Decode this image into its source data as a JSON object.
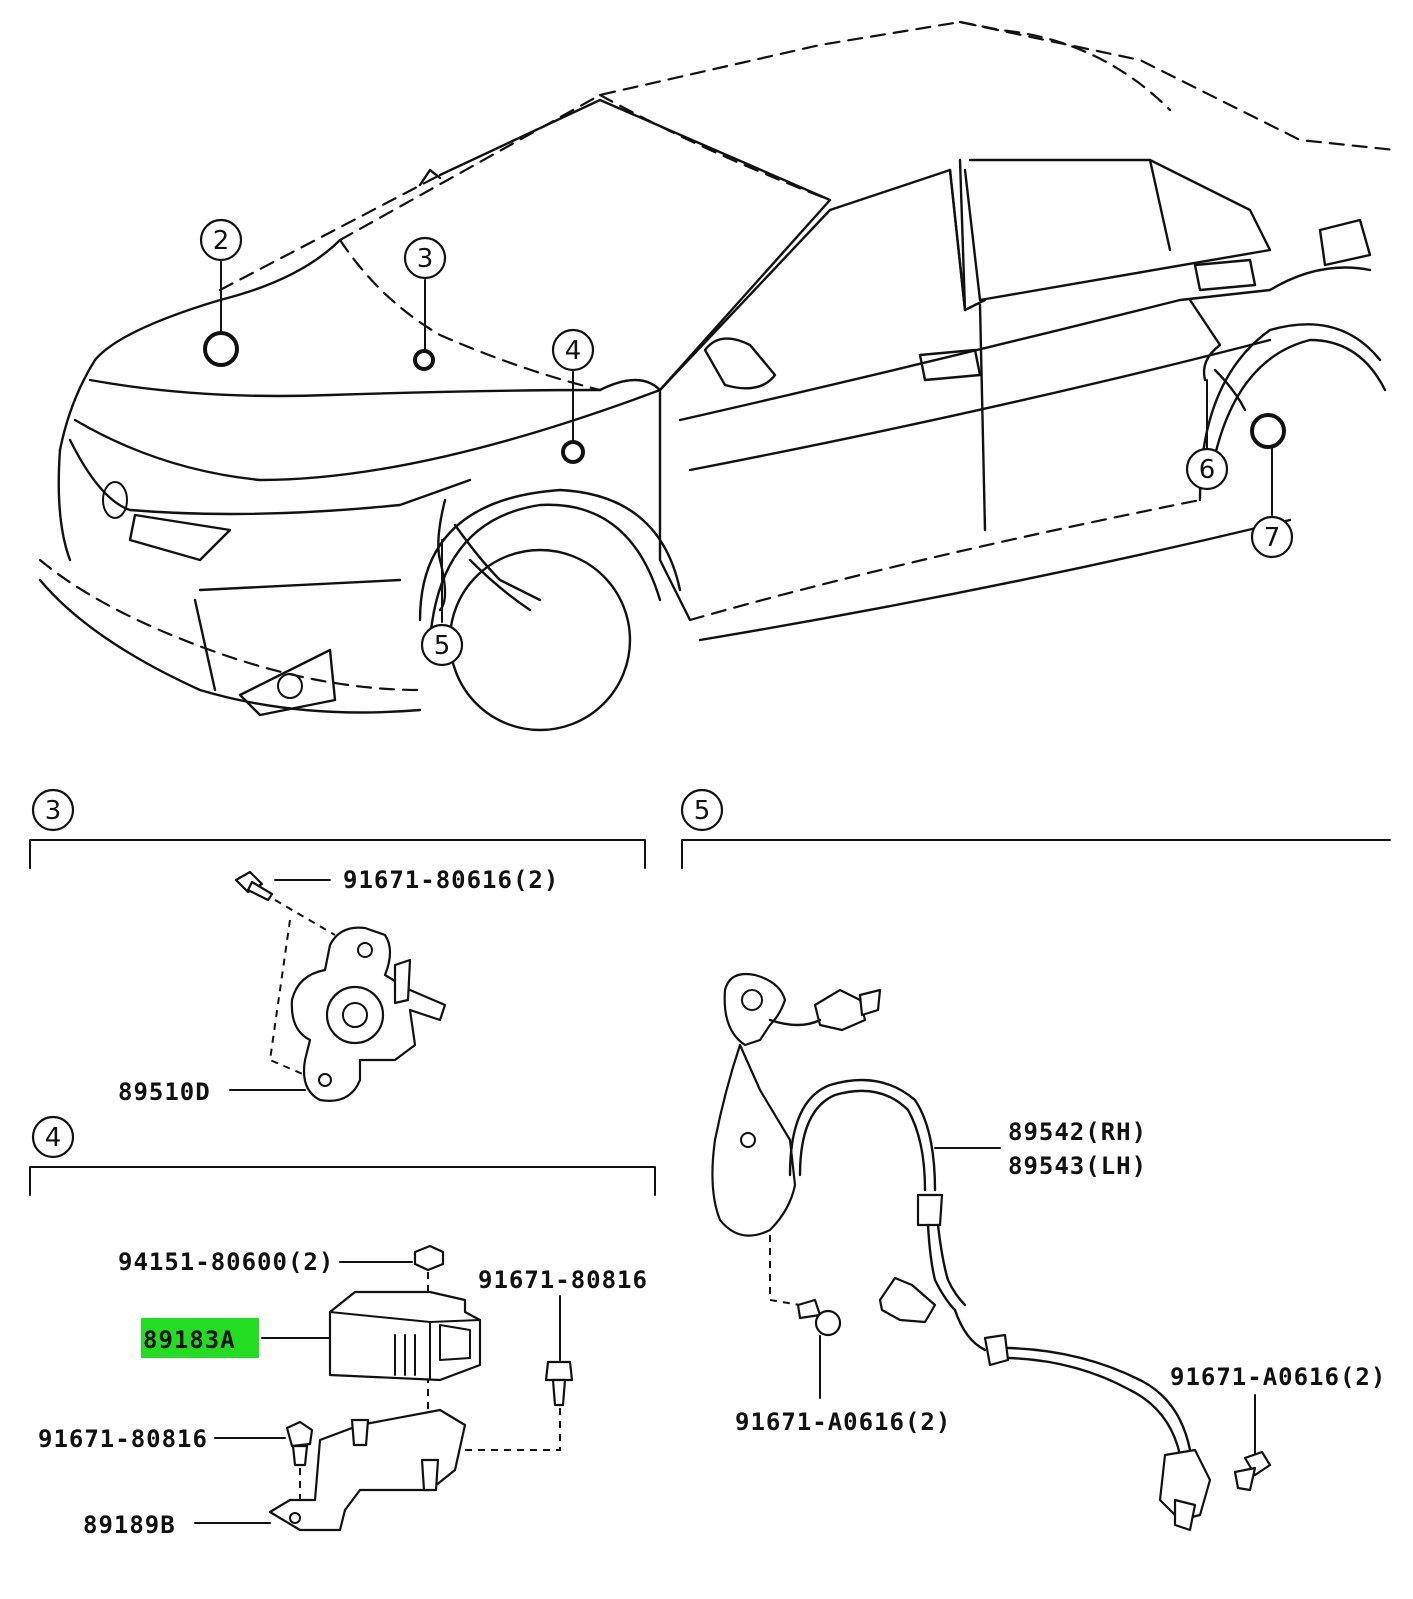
{
  "colors": {
    "line": "#111111",
    "background": "#ffffff",
    "highlight": "#22dd22"
  },
  "callouts": {
    "c2": "2",
    "c3": "3",
    "c4": "4",
    "c5": "5",
    "c6": "6",
    "c7": "7"
  },
  "sections": {
    "s3": {
      "num": "3"
    },
    "s4": {
      "num": "4"
    },
    "s5": {
      "num": "5"
    }
  },
  "parts": {
    "p91671_80616": "91671-80616(2)",
    "p89510D": "89510D",
    "p94151_80600": "94151-80600(2)",
    "p91671_80816_a": "91671-80816",
    "p89183A": "89183A",
    "p91671_80816_b": "91671-80816",
    "p89189B": "89189B",
    "p89542": "89542(RH)",
    "p89543": "89543(LH)",
    "p91671_A0616_a": "91671-A0616(2)",
    "p91671_A0616_b": "91671-A0616(2)"
  }
}
